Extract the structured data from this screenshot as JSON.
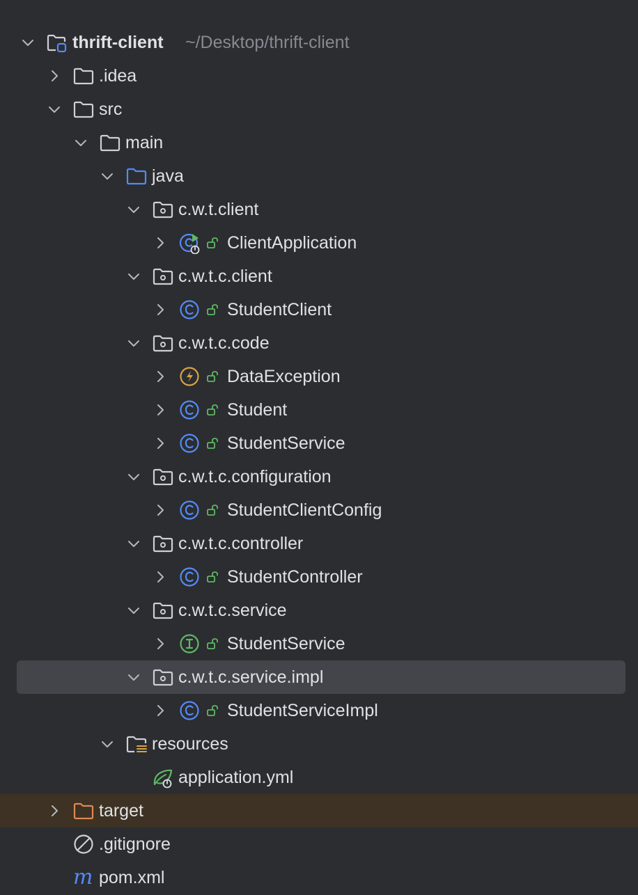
{
  "project": {
    "name": "thrift-client",
    "path": "~/Desktop/thrift-client"
  },
  "colors": {
    "background": "#2b2d30",
    "selection": "#43454a",
    "excluded_row": "#3d3223",
    "text": "#dfe1e5",
    "path_text": "#868a91",
    "class_icon": "#548af7",
    "exception_icon": "#d9a343",
    "interface_icon": "#5fb865",
    "excluded_folder_icon": "#e08855",
    "access_lock": "#5fb865"
  },
  "tree": [
    {
      "label": "thrift-client",
      "path": "~/Desktop/thrift-client",
      "icon": "module-folder-icon",
      "chevron": "down"
    },
    {
      "label": ".idea",
      "icon": "folder-icon",
      "chevron": "right"
    },
    {
      "label": "src",
      "icon": "folder-icon",
      "chevron": "down"
    },
    {
      "label": "main",
      "icon": "folder-icon",
      "chevron": "down"
    },
    {
      "label": "java",
      "icon": "source-root-folder-icon",
      "chevron": "down"
    },
    {
      "label": "c.w.t.client",
      "icon": "package-icon",
      "chevron": "down"
    },
    {
      "label": "ClientApplication",
      "icon": "spring-boot-class-icon",
      "chevron": "right",
      "lock": true
    },
    {
      "label": "c.w.t.c.client",
      "icon": "package-icon",
      "chevron": "down"
    },
    {
      "label": "StudentClient",
      "icon": "class-icon",
      "chevron": "right",
      "lock": true
    },
    {
      "label": "c.w.t.c.code",
      "icon": "package-icon",
      "chevron": "down"
    },
    {
      "label": "DataException",
      "icon": "exception-class-icon",
      "chevron": "right",
      "lock": true
    },
    {
      "label": "Student",
      "icon": "class-icon",
      "chevron": "right",
      "lock": true
    },
    {
      "label": "StudentService",
      "icon": "class-icon",
      "chevron": "right",
      "lock": true
    },
    {
      "label": "c.w.t.c.configuration",
      "icon": "package-icon",
      "chevron": "down"
    },
    {
      "label": "StudentClientConfig",
      "icon": "class-icon",
      "chevron": "right",
      "lock": true
    },
    {
      "label": "c.w.t.c.controller",
      "icon": "package-icon",
      "chevron": "down"
    },
    {
      "label": "StudentController",
      "icon": "class-icon",
      "chevron": "right",
      "lock": true
    },
    {
      "label": "c.w.t.c.service",
      "icon": "package-icon",
      "chevron": "down"
    },
    {
      "label": "StudentService",
      "icon": "interface-icon",
      "chevron": "right",
      "lock": true
    },
    {
      "label": "c.w.t.c.service.impl",
      "icon": "package-icon",
      "chevron": "down",
      "selected": true
    },
    {
      "label": "StudentServiceImpl",
      "icon": "class-icon",
      "chevron": "right",
      "lock": true
    },
    {
      "label": "resources",
      "icon": "resources-folder-icon",
      "chevron": "down"
    },
    {
      "label": "application.yml",
      "icon": "spring-config-file-icon",
      "chevron": "none"
    },
    {
      "label": "target",
      "icon": "excluded-folder-icon",
      "chevron": "right",
      "excluded": true
    },
    {
      "label": ".gitignore",
      "icon": "ignore-file-icon",
      "chevron": "none"
    },
    {
      "label": "pom.xml",
      "icon": "maven-icon",
      "chevron": "none"
    }
  ]
}
